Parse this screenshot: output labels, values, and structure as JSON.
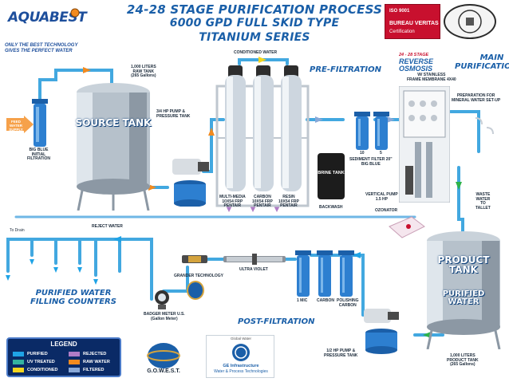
{
  "header": {
    "brand": "AQUABEST",
    "tagline_line1": "ONLY THE BEST TECHNOLOGY",
    "tagline_line2": "GIVES THE PERFECT WATER",
    "title_line1": "24-28 STAGE PURIFICATION PROCESS",
    "title_line2": "6000 GPD FULL SKID TYPE",
    "title_line3": "TITANIUM SERIES",
    "iso_line1": "ISO 9001",
    "iso_line2": "BUREAU VERITAS",
    "iso_line3": "Certification"
  },
  "sections": {
    "pre_filtration": "PRE-FILTRATION",
    "main_purification_line1": "MAIN",
    "main_purification_line2": "PURIFICATION",
    "post_filtration": "POST-FILTRATION",
    "purified_counters_line1": "PURIFIED WATER",
    "purified_counters_line2": "FILLING COUNTERS"
  },
  "labels": {
    "feed_water": "FEED WATER SUPPLY",
    "big_blue_initial": "BIG BLUE\nINITIAL\nFILTRATION",
    "raw_tank": "1,000 LITERS\nRAW TANK\n(265 Gallons)",
    "source_tank": "SOURCE TANK",
    "pump_pressure": "3/4 HP PUMP &\nPRESSURE TANK",
    "conditioned_water": "CONDITIONED WATER",
    "multimedia": "MULTI-MEDIA\n10X54 FRP\nPENTAIR",
    "carbon_frp": "CARBON\n10X54 FRP\nPENTAIR",
    "resin": "RESIN\n10X54 FRP\nPENTAIR",
    "brine_tank": "BRINE TANK",
    "backwash": "BACKWASH",
    "reverse_osmosis_top": "24 - 28 STAGE",
    "reverse_osmosis": "REVERSE\nOSMOSIS",
    "ro_frame": "W/ STAINLESS\nFRAME MEMBRANE 4X40",
    "mineral_prep": "PREPARATION FOR\nMINERAL WATER SET-UP",
    "sediment_10": "10",
    "sediment_5": "5",
    "sediment_filter": "SEDIMENT FILTER 20\"\nBIG BLUE",
    "vertical_pump": "VERTICAL PUMP\n1.5 HP",
    "ozonator": "OZONATOR",
    "waste_water": "WASTE\nWATER\nTO\nTALLET",
    "reject_water": "REJECT WATER",
    "to_drain": "To Drain",
    "product_tank": "PRODUCT\nTANK",
    "purified_water": "PURIFIED\nWATER",
    "product_tank_caption": "1,000 LITERS\nPRODUCT TANK\n(265 Gallons)",
    "pump_half": "1/2 HP PUMP &\nPRESSURE TANK",
    "micron": "1 MIC",
    "carbon": "CARBON",
    "polishing_carbon": "POLISHING\nCARBON",
    "ultra_violet": "ULTRA VIOLET",
    "grander": "GRANDER TECHNOLOGY",
    "badger": "BADGER METER U.S.\n(Gallon Meter)",
    "gowest": "G.O.W.E.S.T.",
    "ge_line1": "GE Infrastructure",
    "ge_line2": "Water & Process Technologies",
    "ge_small": "Global Water"
  },
  "legend": {
    "title": "LEGEND",
    "items": [
      {
        "label": "PURIFIED",
        "color": "#1fa3e6"
      },
      {
        "label": "REJECTED",
        "color": "#b07cc6"
      },
      {
        "label": "UV TREATED",
        "color": "#34b3a0"
      },
      {
        "label": "RAW WATER",
        "color": "#f28a1f"
      },
      {
        "label": "CONDITIONED",
        "color": "#f2d51f"
      },
      {
        "label": "FILTERED",
        "color": "#88a8d8"
      }
    ]
  },
  "colors": {
    "purified": "#1fa3e6",
    "raw": "#f28a1f",
    "rejected": "#b07cc6",
    "conditioned": "#f2d51f",
    "filtered": "#88a8d8",
    "uv": "#34b3a0"
  }
}
